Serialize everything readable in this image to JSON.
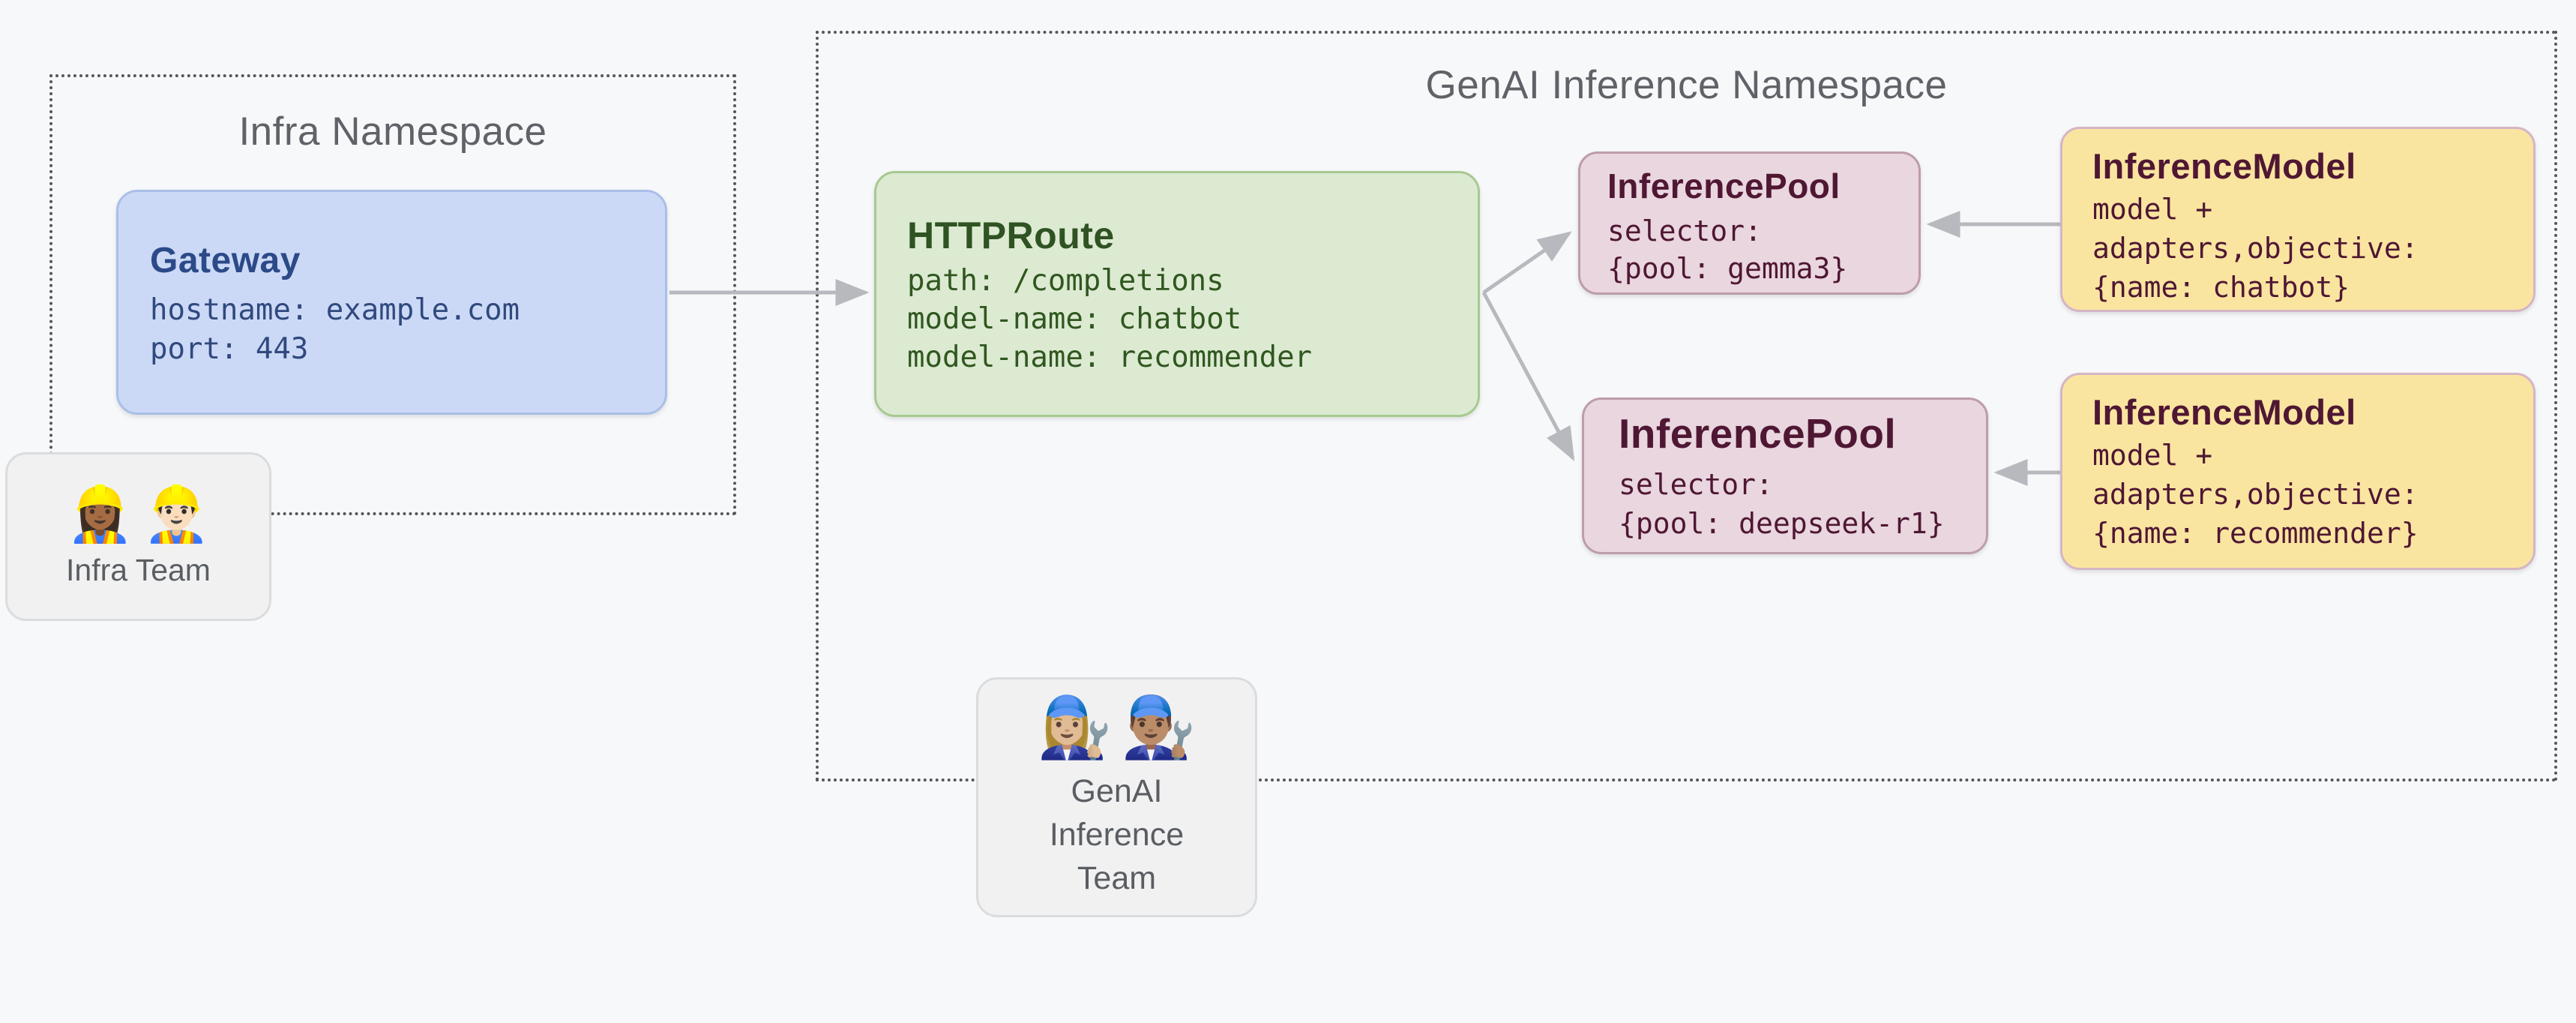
{
  "infra_namespace": {
    "title": "Infra Namespace",
    "gateway": {
      "title": "Gateway",
      "lines": [
        "hostname: example.com",
        "port: 443"
      ]
    },
    "team": {
      "emojis": [
        "👷🏾‍♀️",
        "👷🏻‍♂️"
      ],
      "label": "Infra Team"
    }
  },
  "genai_namespace": {
    "title": "GenAI Inference Namespace",
    "httproute": {
      "title": "HTTPRoute",
      "lines": [
        "path: /completions",
        "model-name: chatbot",
        "model-name: recommender"
      ]
    },
    "pool1": {
      "title": "InferencePool",
      "lines": [
        "selector:",
        "{pool: gemma3}"
      ]
    },
    "pool2": {
      "title": "InferencePool",
      "lines": [
        "selector:",
        "{pool: deepseek-r1}"
      ]
    },
    "model1": {
      "title": "InferenceModel",
      "lines": [
        "model +",
        "adapters,objective:",
        "{name: chatbot}"
      ]
    },
    "model2": {
      "title": "InferenceModel",
      "lines": [
        "model +",
        "adapters,objective:",
        "{name: recommender}"
      ]
    },
    "team": {
      "emojis": [
        "👩🏼‍🔧",
        "👨🏽‍🔧"
      ],
      "label_lines": [
        "GenAI",
        "Inference",
        "Team"
      ]
    }
  },
  "colors": {
    "page_background": "#f7f8fa",
    "namespace_border": "#565656",
    "namespace_title": "#5f6368",
    "gateway_fill": "#ccd9f6",
    "gateway_border": "#a9bfe8",
    "gateway_text": "#2b4a88",
    "httproute_fill": "#dcead2",
    "httproute_border": "#a7c990",
    "httproute_text": "#2f5322",
    "pool_fill": "#e9d6df",
    "pool_border": "#bd9cab",
    "pool_text": "#4f1733",
    "model_fill": "#fae5a0",
    "model_border": "#d5b5c5",
    "team_fill": "#f1f1f2",
    "team_border": "#dbdcde",
    "arrow": "#b7b9be"
  }
}
